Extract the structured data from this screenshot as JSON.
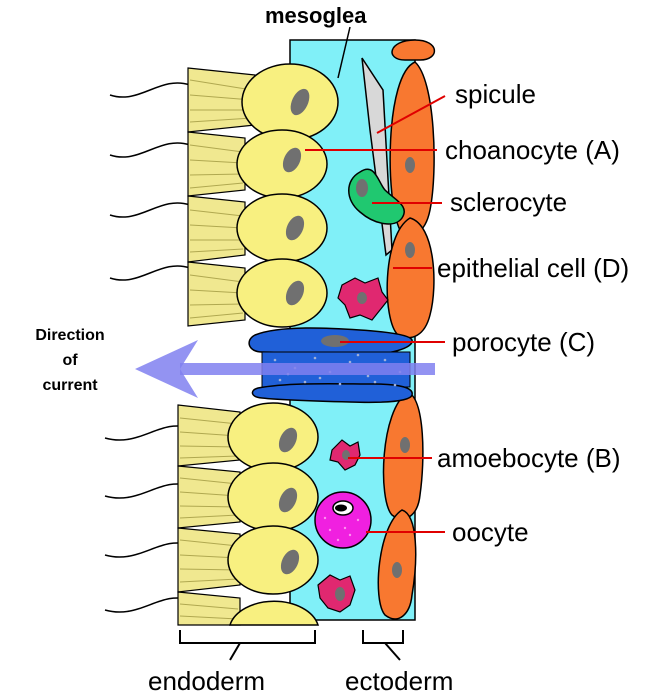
{
  "title": "mesoglea",
  "labels": {
    "spicule": "spicule",
    "choanocyte": "choanocyte (A)",
    "sclerocyte": "sclerocyte",
    "epithelial_cell": "epithelial cell (D)",
    "porocyte": "porocyte (C)",
    "amoebocyte": "amoebocyte (B)",
    "oocyte": "oocyte"
  },
  "current": {
    "line1": "Direction",
    "line2": "of",
    "line3": "current"
  },
  "layers": {
    "endoderm": "endoderm",
    "ectoderm": "ectoderm"
  },
  "colors": {
    "mesoglea": "#80f0f8",
    "choanocyte": "#f8f080",
    "collar": "#f0e890",
    "epithelial": "#f87830",
    "porocyte": "#2060d8",
    "sclerocyte": "#20c870",
    "amoebocyte": "#e02870",
    "oocyte": "#f020e0",
    "nucleus": "#707070",
    "leader": "#e00000",
    "current_arrow": "#8080f0"
  }
}
